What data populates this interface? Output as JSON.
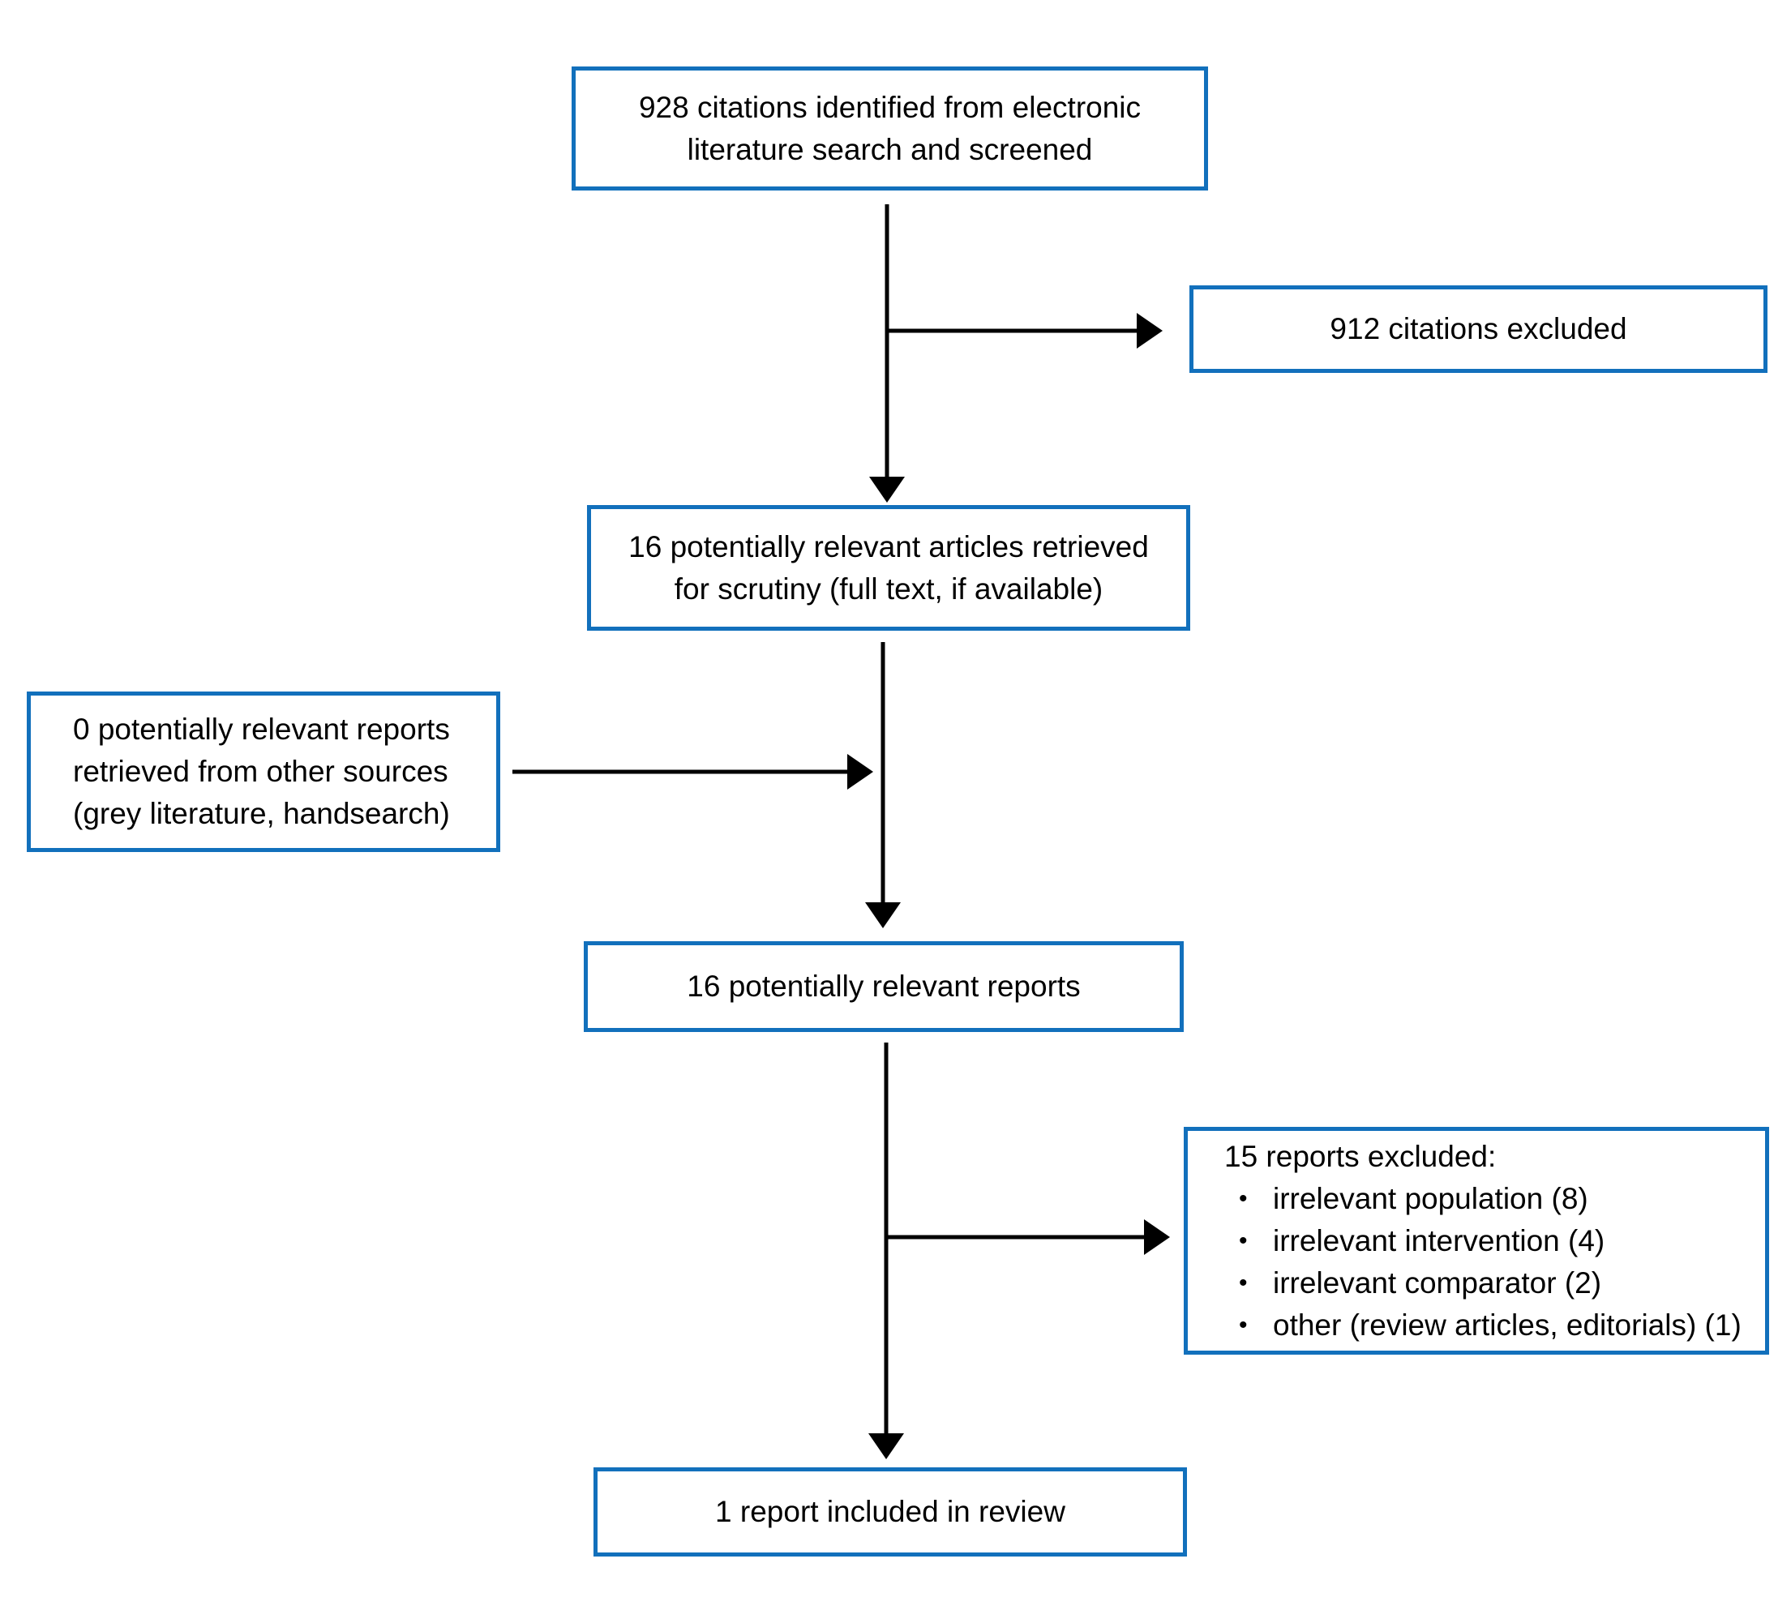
{
  "diagram": {
    "type": "literature-screening-flowchart",
    "colors": {
      "box_border": "#1270bc",
      "arrow": "#000000",
      "text": "#000000",
      "background": "#ffffff"
    },
    "boxes": {
      "identified": {
        "lines": [
          "928 citations identified from electronic",
          "literature search and screened"
        ]
      },
      "excluded_citations": {
        "text": "912 citations excluded"
      },
      "retrieved": {
        "lines": [
          "16 potentially relevant articles retrieved",
          "for scrutiny (full text, if available)"
        ]
      },
      "other_sources": {
        "lines": [
          "0 potentially relevant reports",
          "retrieved from other sources",
          "(grey literature, handsearch)"
        ]
      },
      "relevant_reports": {
        "text": "16 potentially relevant reports"
      },
      "excluded_reports": {
        "heading": "15 reports excluded:",
        "items": [
          "irrelevant population (8)",
          "irrelevant intervention (4)",
          "irrelevant comparator (2)",
          "other (review articles, editorials) (1)"
        ]
      },
      "included": {
        "text": "1 report included in review"
      }
    }
  }
}
